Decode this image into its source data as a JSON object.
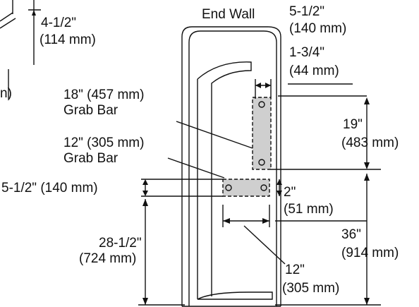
{
  "labels": {
    "end_wall": "End Wall",
    "top_dim_in": "4-1/2\"",
    "top_dim_mm": "(114 mm)",
    "partial_mm": "n)",
    "gb18_line1": "18\" (457 mm)",
    "gb18_line2": "Grab Bar",
    "gb12_line1": "12\" (305 mm)",
    "gb12_line2": "Grab Bar",
    "gap_5half": "5-1/2\" (140 mm)",
    "height_28": "28-1/2\"",
    "height_28_mm": "(724 mm)",
    "off_5half_in": "5-1/2\"",
    "off_5half_mm": "(140 mm)",
    "off_1_3_4_in": "1-3/4\"",
    "off_1_3_4_mm": "(44 mm)",
    "v19_in": "19\"",
    "v19_mm": "(483 mm)",
    "gap2_in": "2\"",
    "gap2_mm": "(51 mm)",
    "h36_in": "36\"",
    "h36_mm": "(914 mm)",
    "w12_in": "12\"",
    "w12_mm": "(305 mm)"
  },
  "colors": {
    "line": "#111111",
    "grab_bar_fill": "#cfcfcf",
    "background": "#ffffff"
  }
}
